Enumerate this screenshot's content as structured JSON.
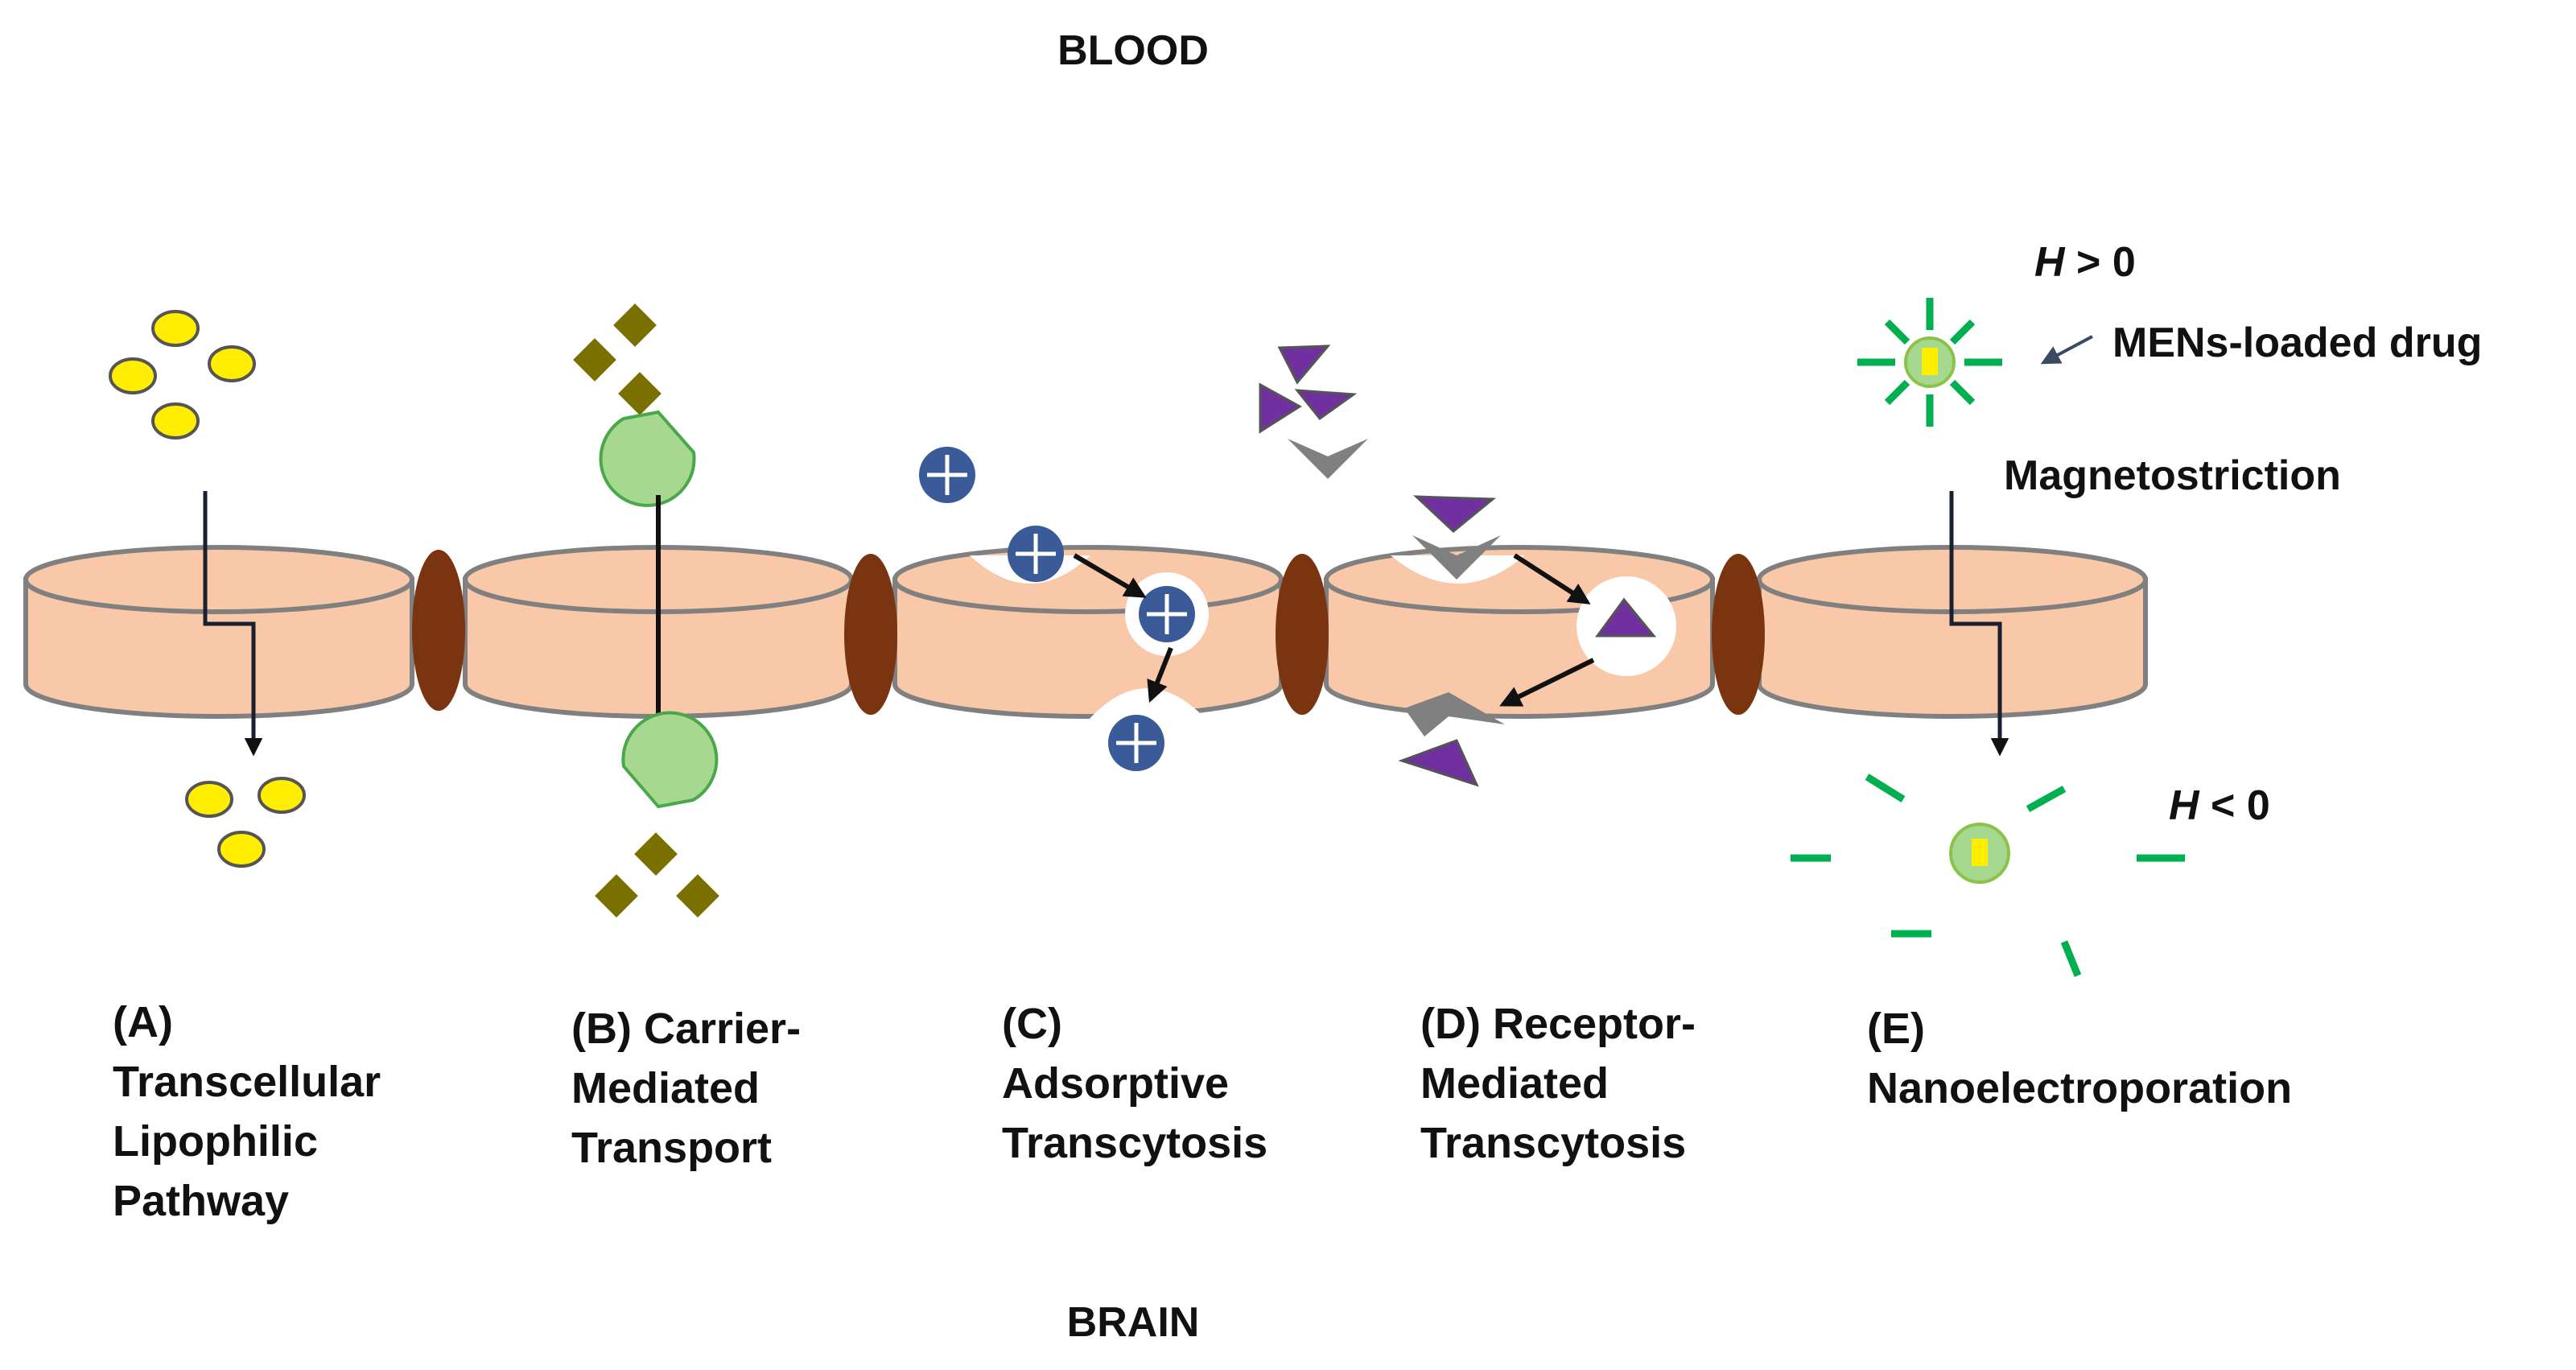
{
  "regions": {
    "top": "BLOOD",
    "bottom": "BRAIN"
  },
  "pathways": [
    {
      "id": "A",
      "lines": [
        "(A)",
        "Transcellular",
        "Lipophilic",
        "Pathway"
      ]
    },
    {
      "id": "B",
      "lines": [
        "(B) Carrier-",
        "Mediated",
        "Transport"
      ]
    },
    {
      "id": "C",
      "lines": [
        "(C)",
        "Adsorptive",
        "Transcytosis"
      ]
    },
    {
      "id": "D",
      "lines": [
        "(D) Receptor-",
        "Mediated",
        "Transcytosis"
      ]
    },
    {
      "id": "E",
      "lines": [
        "(E)",
        "Nanoelectroporation"
      ]
    }
  ],
  "annotations": {
    "field_positive_symbol": "H",
    "field_positive_rest": " > 0",
    "field_negative_symbol": "H",
    "field_negative_rest": " < 0",
    "men_label": "MENs-loaded drug",
    "magnetostriction": "Magnetostriction"
  },
  "colors": {
    "cell_fill": "#f8c8a8",
    "cell_stroke": "#808080",
    "junction": "#7a3510",
    "lipophilic": "#ffee00",
    "carrier": "#a7d88f",
    "diamond": "#7a7000",
    "cation": "#3a5a98",
    "ligand": "#7030a0",
    "receptor": "#808080",
    "men": "#00b050"
  },
  "icons": [
    "lipophilic-molecule-icon",
    "carrier-protein-icon",
    "solute-diamond-icon",
    "cationic-protein-icon",
    "ligand-triangle-icon",
    "receptor-chevron-icon",
    "men-particle-icon"
  ]
}
